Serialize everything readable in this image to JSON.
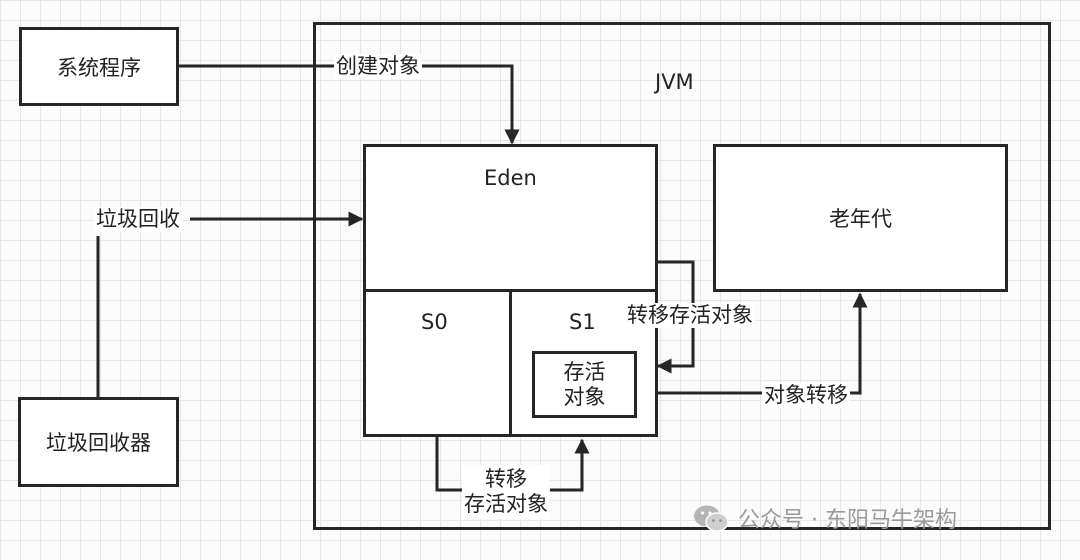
{
  "nodes": {
    "system_program": "系统程序",
    "garbage_collector": "垃圾回收器",
    "jvm": "JVM",
    "eden": "Eden",
    "s0": "S0",
    "s1": "S1",
    "surviving_object": [
      "存活",
      "对象"
    ],
    "old_generation": "老年代"
  },
  "edges": {
    "create_object": "创建对象",
    "garbage_collect": "垃圾回收",
    "transfer_surviving_object": "转移存活对象",
    "object_transfer": "对象转移",
    "transfer_lines": [
      "转移",
      "存活对象"
    ]
  },
  "watermark": {
    "text": "公众号 · 东阳马牛架构",
    "icon": "wechat-icon"
  }
}
